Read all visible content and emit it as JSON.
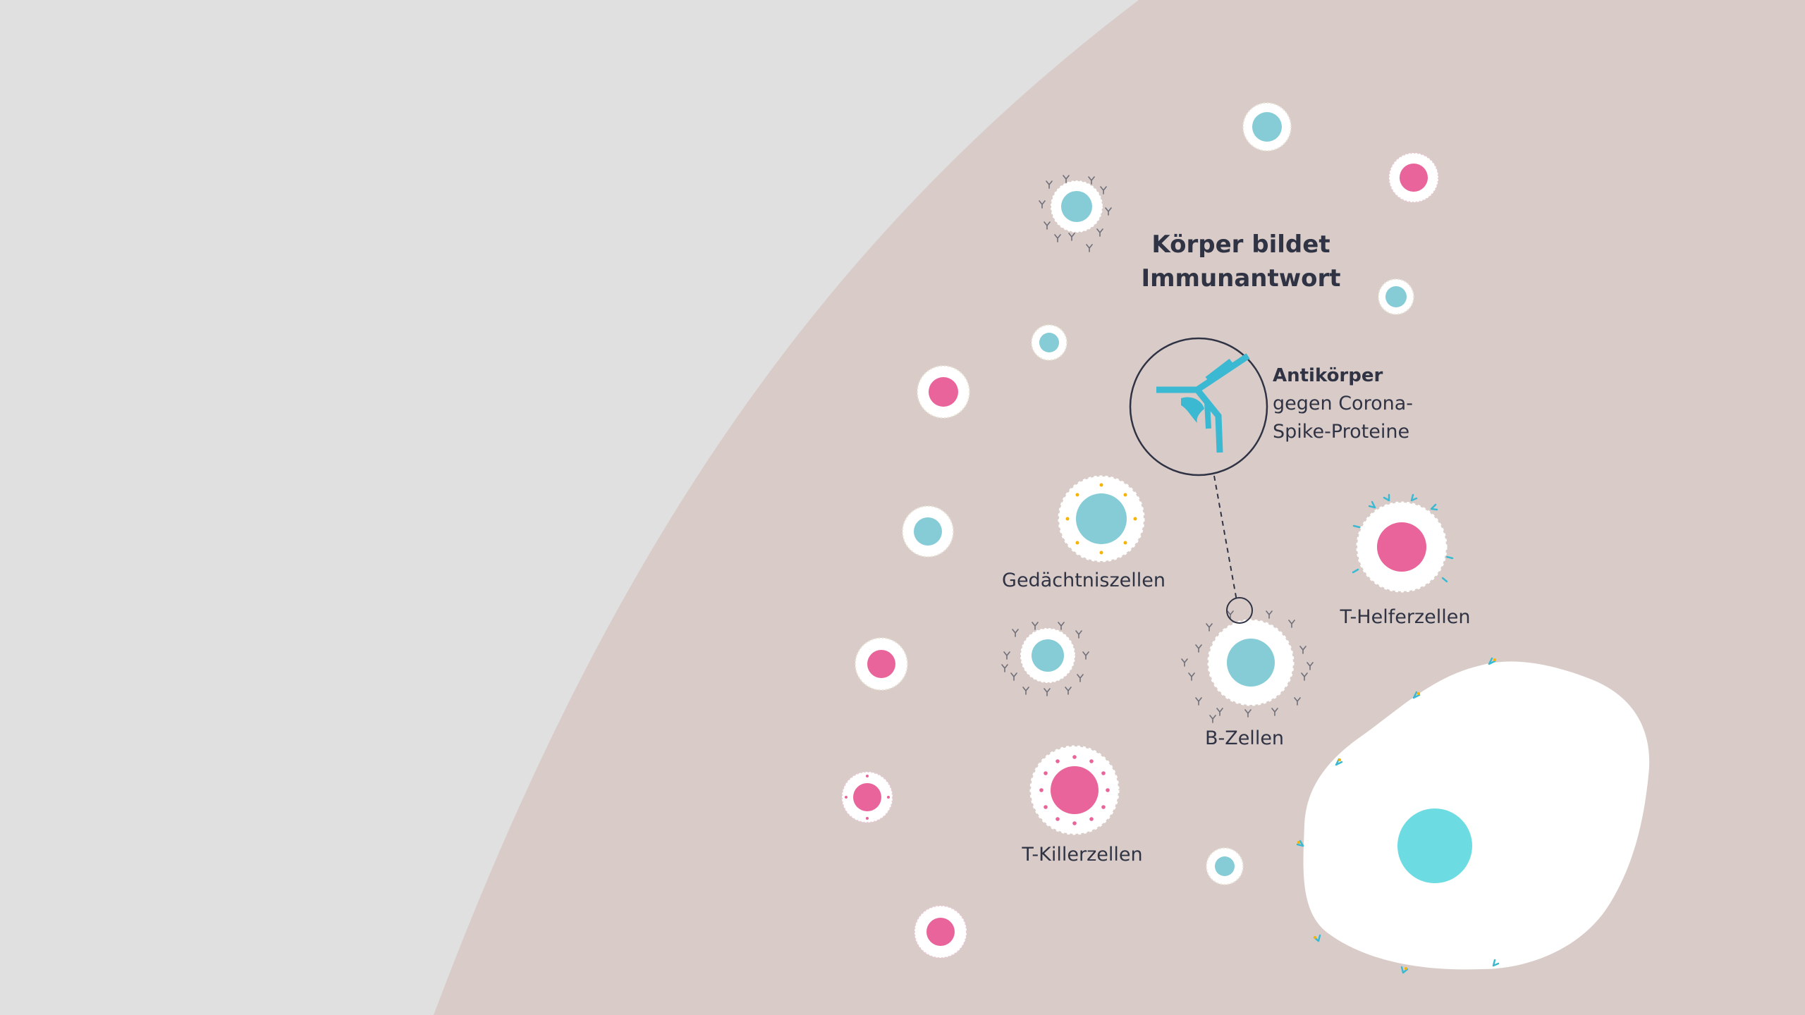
{
  "title": {
    "line1": "Körper bildet",
    "line2": "Immunantwort"
  },
  "antibody_label": {
    "bold": "Antikörper",
    "line2": "gegen Corona-",
    "line3": "Spike-Proteine"
  },
  "labels": {
    "memory_cells": "Gedächtniszellen",
    "b_cells": "B-Zellen",
    "t_helper_cells": "T-Helferzellen",
    "t_killer_cells": "T-Killerzellen"
  },
  "colors": {
    "background": "#e0e0e0",
    "body_area": "#d9ccc8",
    "cell_membrane": "#ffffff",
    "blue_nucleus": "#86ccd7",
    "pink_nucleus": "#e9649b",
    "large_cell_nucleus": "#6ddbe2",
    "antibody": "#3cb9d2",
    "text": "#2f3344",
    "receptor": "#f5b400"
  }
}
